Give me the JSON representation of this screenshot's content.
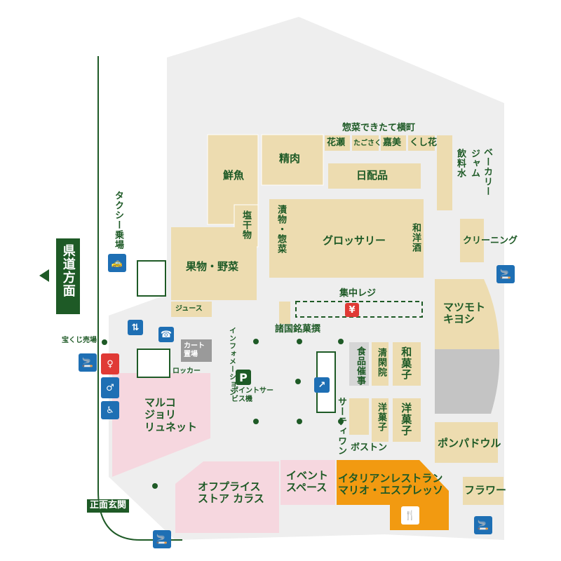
{
  "map": {
    "direction_label": "県道方面",
    "entrance": "正面玄関",
    "taxi": "タクシー乗場",
    "lottery": "宝くじ売場",
    "cart": "カート置場",
    "locker": "ロッカー",
    "info": "インフォメーション",
    "point": "ポイントサービス機",
    "parking_icon": "P",
    "register": "集中レジ",
    "register_icon": "¥"
  },
  "stores": {
    "deli_row": "惣菜できたて横町",
    "hanase": "花瀬",
    "tadokoro": "たごさく",
    "kami": "嘉美",
    "kushibana": "くし花",
    "bakery": "ベーカリー",
    "jam": "ジャム",
    "drinks": "飲料水",
    "fish": "鮮魚",
    "meat": "精肉",
    "daily": "日配品",
    "salted": "塩干物",
    "pickles": "漬物・惣菜",
    "grocery": "グロッサリー",
    "liquor": "和洋酒",
    "cleaning": "クリーニング",
    "produce": "果物・野菜",
    "juice": "ジュース",
    "sweets_world": "諸国銘菓撰",
    "food_event": "食品催事",
    "seikaiin": "清閑院",
    "wagashi": "和菓子",
    "thirty_one": "サーティワン",
    "yogashi1": "洋菓子",
    "yogashi2": "洋菓子",
    "boston": "ボストン",
    "matsumoto": "マツモトキヨシ",
    "pompadour": "ポンパドウル",
    "marco": "マルコ\nジョリ\nリュネット",
    "off_price": "オフプライス\nストア カラス",
    "event_space": "イベント\nスペース",
    "italian": "イタリアンレストラン\nマリオ・エスプレッソ",
    "flower": "フラワー"
  },
  "colors": {
    "floor": "#eeeeee",
    "shop": "#eddcb0",
    "pink": "#f6d7df",
    "orange": "#f29a11",
    "green": "#1e5a26",
    "gray": "#bdbdbd",
    "blue": "#1e6fb4",
    "red": "#e03a35"
  }
}
